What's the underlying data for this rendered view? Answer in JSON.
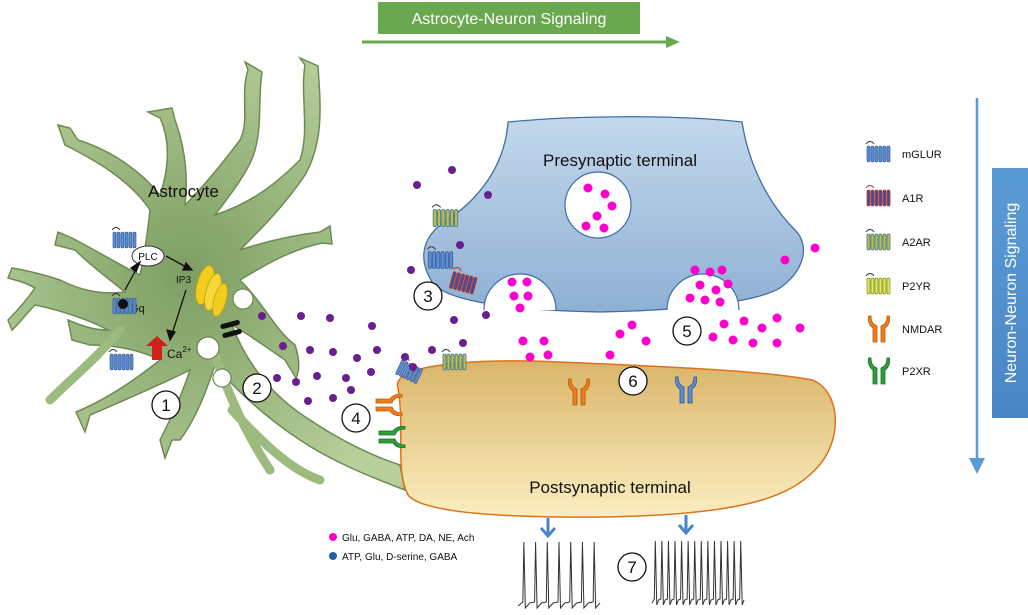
{
  "banner": {
    "label": "Astrocyte-Neuron Signaling",
    "color": "#6aa84f"
  },
  "side_banner": {
    "label": "Neuron-Neuron Signaling",
    "color": "#5b9bd5"
  },
  "cells": {
    "astrocyte": "Astrocyte",
    "presynaptic": "Presynaptic terminal",
    "postsynaptic": "Postsynaptic terminal"
  },
  "pathway": {
    "plc": "PLC",
    "ip3": "IP3",
    "gq": "Gq",
    "ca": "Ca",
    "ca_sup": "2+"
  },
  "steps": [
    "1",
    "2",
    "3",
    "4",
    "5",
    "6",
    "7"
  ],
  "receptor_legend": [
    {
      "label": "mGLUR",
      "icon": "mglur-receptor-icon",
      "color": "#5b8ed6"
    },
    {
      "label": "A1R",
      "icon": "a1r-receptor-icon",
      "color": "#c0392b"
    },
    {
      "label": "A2AR",
      "icon": "a2ar-receptor-icon",
      "color": "#b7c43a"
    },
    {
      "label": "P2YR",
      "icon": "p2yr-receptor-icon",
      "color": "#d4e04a"
    },
    {
      "label": "NMDAR",
      "icon": "nmdar-receptor-icon",
      "color": "#f07d1a"
    },
    {
      "label": "P2XR",
      "icon": "p2xr-receptor-icon",
      "color": "#2e9e3a"
    }
  ],
  "molecule_legend": [
    {
      "label": "Glu, GABA, ATP, DA, NE, Ach",
      "color": "#ff00cc"
    },
    {
      "label": "ATP, Glu, D-serine, GABA",
      "color": "#1f5fa8"
    }
  ],
  "colors": {
    "astrocyte_fill": "#9dbb7f",
    "pre_fill": "#9fbfdc",
    "post_fill": "#f2cf7a",
    "neuro_dot": "#ff00cc",
    "glio_dot": "#6a1f8f"
  }
}
